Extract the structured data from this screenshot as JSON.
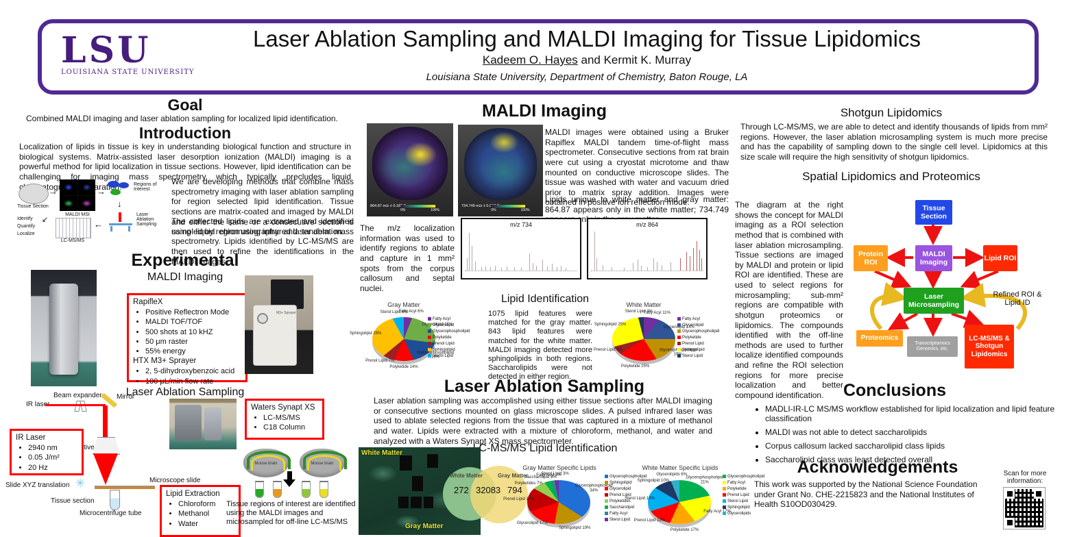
{
  "header": {
    "title": "Laser Ablation Sampling and MALDI Imaging for Tissue Lipidomics",
    "author_underlined": "Kadeem O. Hayes",
    "author_rest": " and Kermit K. Murray",
    "affiliation": "Louisiana State University, Department of Chemistry, Baton Rouge, LA",
    "logo": {
      "acronym": "LSU",
      "institution": "LOUISIANA STATE UNIVERSITY"
    }
  },
  "goal": {
    "heading": "Goal",
    "text": "Combined MALDI imaging and laser ablation sampling for localized lipid identification."
  },
  "introduction": {
    "heading": "Introduction",
    "p1": "Localization of lipids in tissue is key in understanding biological function and structure in biological systems. Matrix-assisted laser desorption ionization (MALDI) imaging is a powerful method for lipid localization in tissue sections. However, lipid identification can be challenging for imaging mass spectrometry which typically precludes liquid chromatography separation.",
    "p2": "We are developing methods that combine mass spectrometry imaging with laser ablation sampling for region selected lipid identification. Tissue sections are matrix-coated and imaged by MALDI and either the same or a consecutive section is sampled by region using infrared laser ablation.",
    "p3": "The collected lipids are extracted and identified using liquid chromatography and tandem mass spectrometry. Lipids identified by LC-MS/MS are then used to refine the identifications in the MALDI images.",
    "diagram": {
      "tissue_section": "Tissue Section",
      "maldi_msi": "MALDI MSI",
      "roi": "Regions of Interest",
      "las": "Laser Ablation Sampling",
      "iql": "Identify Quantify Localize",
      "lcms": "LC-MS/MS"
    }
  },
  "experimental": {
    "heading": "Experimental",
    "maldi_sub": "MALDI Imaging",
    "rapiflex": {
      "title": "RapifleX",
      "bullets": [
        "Positive Reflectron Mode",
        "MALDI TOF/TOF",
        "500 shots at 10 kHZ",
        "50 μm raster",
        "55% energy"
      ],
      "title2": "HTX M3+ Sprayer",
      "bullets2": [
        "2, 5-dihydroxybenzoic acid",
        "100 μL/min flow rate"
      ]
    },
    "sprayer_label": "M3+ Sprayer",
    "las_sub": "Laser Ablation Sampling",
    "ir_laser_box": {
      "title": "IR Laser",
      "bullets": [
        "2940 nm",
        "0.05 J/m²",
        "20 Hz"
      ]
    },
    "lipid_extraction_box": {
      "title": "Lipid Extraction",
      "bullets": [
        "Chloroform",
        "Methanol",
        "Water"
      ]
    },
    "waters_box": {
      "title": "Waters Synapt XS",
      "bullets": [
        "LC-MS/MS",
        "C18 Column"
      ]
    },
    "diagram_labels": {
      "beam_expander": "Beam expander",
      "mirror": "Mirror",
      "ir_laser": "IR laser",
      "objective": "Objective",
      "slide_xyz": "Slide XYZ translation",
      "microscope_slide": "Microscope slide",
      "tissue_section": "Tissue section",
      "tube": "Microcentrifuge tube",
      "mouse_brain": "Mouse brain"
    },
    "note": "Tissue regions of interest are identified using the MALDI images and microsampled for off-line LC-MS/MS"
  },
  "maldi_imaging": {
    "heading": "MALDI Imaging",
    "img1_caption": "864.87 m/z ± 0.182 Da",
    "img2_caption": "734.749 m/z ± 0.067 Da",
    "scale_min": "0%",
    "scale_max": "100%",
    "p1": "MALDI images were obtained using a Bruker Rapiflex MALDI tandem time-of-flight mass spectrometer. Consecutive sections from rat brain were cut using a cryostat microtome and thaw mounted on conductive microscope slides. The tissue was washed with water and vacuum dried prior to matrix spray addition. Images were obtained in positive ion reflection mode.",
    "p2": "Lipids unique to white matter and gray matter: 864.87 appears only in the white matter; 734.749 appears only in the gray matter.",
    "p3": "The m/z localization information was used to identify regions to ablate and capture in 1 mm² spots from the corpus callosum and septal nuclei."
  },
  "lipid_identification": {
    "heading": "Lipid Identification",
    "text": "1075 lipid features were matched for the gray matter. 843 lipid features were matched for the white matter. MALDI imaging detected more sphingolipids in both regions. Saccharolipids were not detected in either region."
  },
  "laser_ablation": {
    "heading": "Laser Ablation Sampling",
    "text": "Laser ablation sampling was accomplished using either tissue sections after MALDI imaging or consecutive sections mounted on glass microscope slides. A pulsed infrared laser was used to ablate selected regions from the tissue that was captured in a mixture of methanol and water. Lipids were extracted with a mixture of chloroform, methanol, and water and analyzed with a Waters Synapt XS mass spectrometer."
  },
  "lcms_id": {
    "heading": "LC-MS/MS Lipid Identification",
    "white_label": "White Matter",
    "gray_label": "Gray Matter"
  },
  "shotgun": {
    "heading": "Shotgun Lipidomics",
    "text": "Through LC-MS/MS, we are able to detect and identify thousands of lipids from mm² regions. However, the laser ablation microsampling system is much more precise and has the capability of sampling down to the single cell level. Lipidomics at this size scale will require the high sensitivity of shotgun lipidomics."
  },
  "spatial": {
    "heading": "Spatial Lipidomics and Proteomics",
    "text": "The diagram at the right shows the concept for MALDI imaging as a ROI selection method that is combined with laser ablation microsampling. Tissue sections are imaged by MALDI and protein or lipid ROI are identified. These are used to select regions for microsampling; sub-mm² regions are compatible with shotgun proteomics or lipidomics. The compounds identified with the off-line methods are used to further localize identified compounds and refine the ROI selection regions for more precise localization and better compound identification.",
    "flow": {
      "tissue": "Tissue Section",
      "maldi": "MALDI Imaging",
      "protein": "Protein ROI",
      "lipid": "Lipid ROI",
      "laser": "Laser Microsampling",
      "proteomics": "Proteomics",
      "transcriptomics": "Transcriptomocs Genomics, etc.",
      "lcms": "LC-MS/MS & Shotgun Lipidomics",
      "refined": "Refined ROI & Lipid ID"
    }
  },
  "conclusions": {
    "heading": "Conclusions",
    "bullets": [
      "MADLI-IR-LC MS/MS workflow established for lipid localization and lipid feature classification",
      "MALDI was not able to detect saccharolipids",
      "Corpus callosum lacked saccharolipid class lipids",
      "Saccharolipid class was least detected overall"
    ]
  },
  "acknowledgements": {
    "heading": "Acknowledgements",
    "text": "This work was supported by the National Science Foundation under Grant No. CHE-2215823 and the National Institutes of Health S10OD030429.",
    "scan": "Scan for more information:"
  },
  "chart_data": [
    {
      "type": "spectrum",
      "title": "m/z 734",
      "peaks": [
        [
          4,
          30
        ],
        [
          6,
          92
        ],
        [
          8,
          60
        ],
        [
          11,
          22
        ],
        [
          16,
          8
        ],
        [
          20,
          10
        ],
        [
          24,
          8
        ],
        [
          28,
          12
        ],
        [
          33,
          6
        ],
        [
          38,
          10
        ],
        [
          44,
          8
        ],
        [
          50,
          6
        ],
        [
          57,
          42
        ],
        [
          60,
          18
        ],
        [
          63,
          12
        ],
        [
          68,
          26
        ],
        [
          72,
          10
        ],
        [
          76,
          16
        ],
        [
          80,
          8
        ],
        [
          84,
          12
        ],
        [
          88,
          6
        ]
      ]
    },
    {
      "type": "spectrum",
      "title": "m/z 864",
      "peaks": [
        [
          5,
          95
        ],
        [
          7,
          30
        ],
        [
          12,
          14
        ],
        [
          20,
          8
        ],
        [
          30,
          6
        ],
        [
          38,
          18
        ],
        [
          42,
          26
        ],
        [
          45,
          12
        ],
        [
          50,
          8
        ],
        [
          55,
          30
        ],
        [
          58,
          22
        ],
        [
          62,
          14
        ],
        [
          70,
          20
        ],
        [
          78,
          30,
          "#c06060"
        ],
        [
          83,
          45,
          "#c06060"
        ],
        [
          86,
          35,
          "#c06060"
        ],
        [
          89,
          55,
          "#c06060"
        ],
        [
          92,
          72,
          "#c06060"
        ],
        [
          94,
          50,
          "#c06060"
        ],
        [
          96,
          30,
          "#c06060"
        ]
      ]
    },
    {
      "type": "pie",
      "title": "Gray Matter",
      "slices": [
        {
          "name": "Fatty Acyl",
          "value": 6,
          "color": "#7030A0"
        },
        {
          "name": "Glycerolipid",
          "value": 21,
          "color": "#6FAD46"
        },
        {
          "name": "Glycerophospholipid",
          "value": 16,
          "color": "#1F4E96"
        },
        {
          "name": "Polyketide",
          "value": 14,
          "color": "#FF0000"
        },
        {
          "name": "Prenol Lipid",
          "value": 7,
          "color": "#9E1F1F"
        },
        {
          "name": "Sphingolipid",
          "value": 28,
          "color": "#FFC000"
        },
        {
          "name": "Sterol Lipid",
          "value": 8,
          "color": "#00B0F0"
        }
      ],
      "legend": [
        "Fatty Acyl",
        "Glycerolipid",
        "Glycerophospholipid",
        "Polyketide",
        "Prenol Lipid",
        "Sphingolipid",
        "Sterol Lipid"
      ]
    },
    {
      "type": "pie",
      "title": "White Matter",
      "slices": [
        {
          "name": "Fatty Acyl",
          "value": 11,
          "color": "#7030A0"
        },
        {
          "name": "Glycerolipid",
          "value": 14,
          "color": "#2F5597"
        },
        {
          "name": "Glycerophospholipid",
          "value": 16,
          "color": "#BF9000"
        },
        {
          "name": "Polyketide",
          "value": 25,
          "color": "#FF0000"
        },
        {
          "name": "Prenol Lipid",
          "value": 5,
          "color": "#9E1F1F"
        },
        {
          "name": "Sphingolipid",
          "value": 25,
          "color": "#FFFF00"
        },
        {
          "name": "Sterol Lipid",
          "value": 4,
          "color": "#203864"
        }
      ],
      "legend": [
        "Fatty Acyl",
        "Glycerolipid",
        "Glycerophospholipid",
        "Polyketide",
        "Prenol Lipid",
        "Sphingolipid",
        "Sterol Lipid"
      ]
    },
    {
      "type": "venn",
      "sets": [
        {
          "label": "White Matter",
          "count": "272"
        },
        {
          "label": "Gray Matter",
          "count": "794"
        }
      ],
      "overlap": "32083"
    },
    {
      "type": "pie",
      "title": "Gray Matter Specific Lipids",
      "slices": [
        {
          "name": "Glycerophospholipid",
          "value": 34,
          "color": "#1F6FD6"
        },
        {
          "name": "Sphingolipid",
          "value": 19,
          "color": "#BF9000"
        },
        {
          "name": "Glycerolipid",
          "value": 17,
          "color": "#FF0000"
        },
        {
          "name": "Prenol Lipid",
          "value": 13,
          "color": "#C00000"
        },
        {
          "name": "Polyketides",
          "value": 7,
          "color": "#92D050"
        },
        {
          "name": "Saccharolipid",
          "value": 5,
          "color": "#00B050"
        },
        {
          "name": "Fatty Acyl",
          "value": 2,
          "color": "#31859C"
        },
        {
          "name": "Sterol Lipid",
          "value": 3,
          "color": "#7030A0"
        }
      ],
      "legend": [
        "Glycerophospholipid",
        "Sphingolipid",
        "Glycerolipid",
        "Prenol Lipid",
        "Polyketides",
        "Saccharolipid",
        "Fatty Acyl",
        "Sterol Lipid"
      ]
    },
    {
      "type": "pie",
      "title": "White Matter Specific Lipids",
      "slices": [
        {
          "name": "Glycerophospholipid",
          "value": 21,
          "color": "#00B050"
        },
        {
          "name": "Fatty Acyl",
          "value": 17,
          "color": "#FFFF00"
        },
        {
          "name": "Polyketide",
          "value": 17,
          "color": "#FFA500"
        },
        {
          "name": "Prenol Lipid",
          "value": 13,
          "color": "#FF0000"
        },
        {
          "name": "Sterol Lipid",
          "value": 13,
          "color": "#00B0F0"
        },
        {
          "name": "Sphingolipid",
          "value": 10,
          "color": "#203864"
        },
        {
          "name": "Glycerolipids",
          "value": 6,
          "color": "#31B0C6"
        }
      ],
      "legend": [
        "Glycerophospholipid",
        "Fatty Acyl",
        "Polyketide",
        "Prenol Lipid",
        "Sterol Lipid",
        "Sphingolipid",
        "Glycerolipids"
      ]
    }
  ],
  "colors": {
    "lsu_purple": "#461D7C",
    "border_purple": "#4F2A93",
    "red_box": "#FF0000",
    "flow_blue": "#2248E8",
    "flow_purple": "#9955E0",
    "flow_orange": "#FF9F1F",
    "flow_red": "#FF2A00",
    "flow_green": "#1FA01F",
    "flow_gray": "#A0A0A0",
    "venn_green": "#8CC08C",
    "venn_yellow": "#F0D878"
  }
}
